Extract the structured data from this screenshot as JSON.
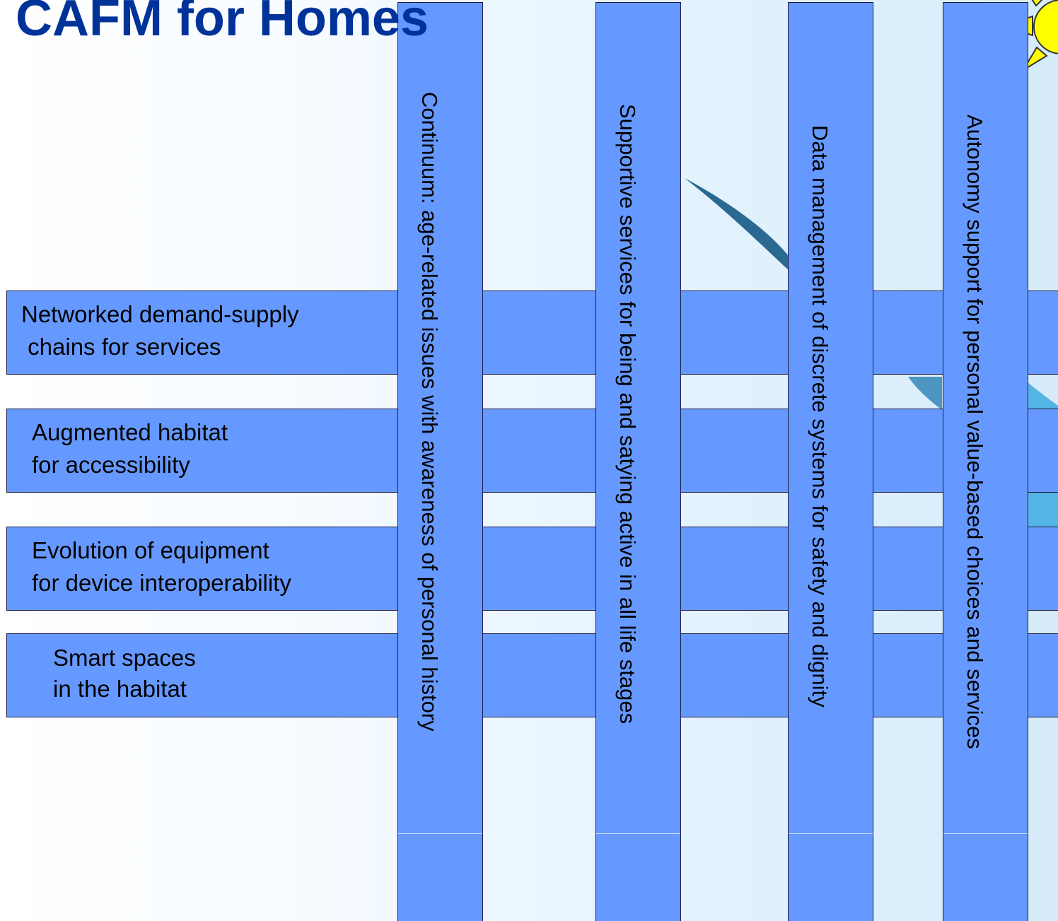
{
  "title": "CAFM for Homes",
  "horizontal_bars": [
    {
      "line1": "Networked demand-supply",
      "line2": " chains for services"
    },
    {
      "line1": "Augmented habitat",
      "line2": "for accessibility"
    },
    {
      "line1": "Evolution of equipment",
      "line2": "for device interoperability"
    },
    {
      "line1": "Smart spaces",
      "line2": "in the habitat"
    }
  ],
  "vertical_bars": [
    {
      "label": "Continuum: age-related issues with awareness of personal history"
    },
    {
      "label": "Supportive services for being and satying active in all life stages"
    },
    {
      "label": "Data management of discrete systems for safety and dignity"
    },
    {
      "label": "Autonomy support for personal value-based choices and services"
    }
  ],
  "colors": {
    "bar_fill": "#6699ff",
    "bar_border": "#1a1a40",
    "title": "#003399",
    "sun_fill": "#ffff00",
    "swoosh_dark": "#2a6a92",
    "swoosh_light": "#55b4e6"
  },
  "icons": {
    "sun": "sun-icon",
    "swoosh": "swoosh-decoration"
  }
}
